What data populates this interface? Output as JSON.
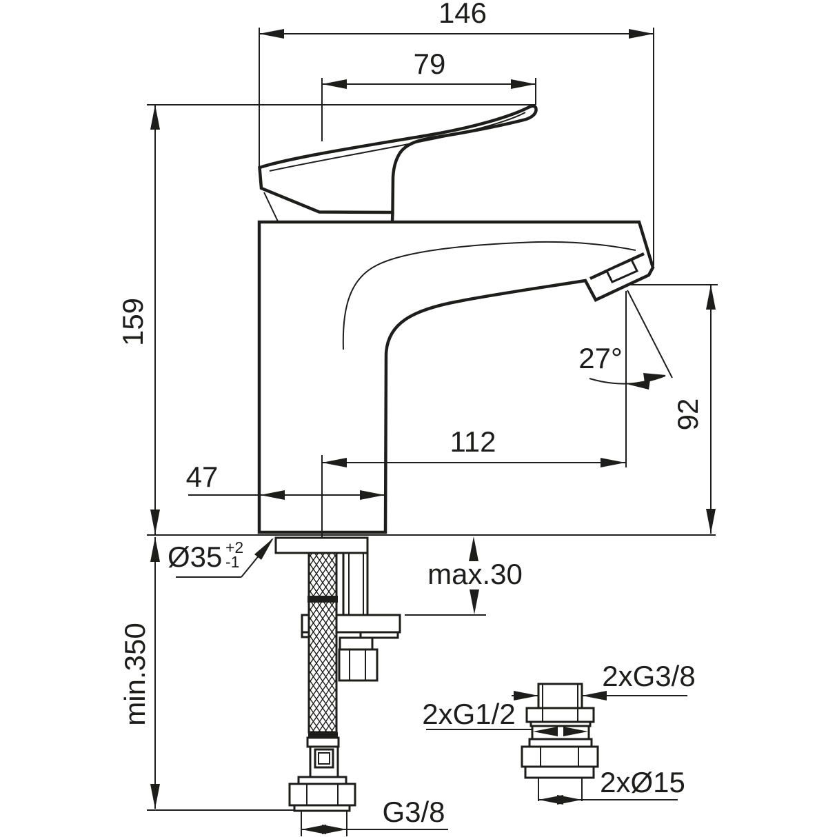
{
  "drawing": {
    "kind": "faucet-installation-dimension-drawing",
    "colors": {
      "line": "#1d1d1b",
      "background": "#ffffff"
    }
  },
  "dimensions": {
    "overall_depth": "146",
    "handle_length": "79",
    "total_height": "159",
    "spout_angle": "27°",
    "outlet_height": "92",
    "spout_reach": "112",
    "base_depth": "47",
    "hole_diameter": "Ø35",
    "hole_tolerance_plus": "+2",
    "hole_tolerance_minus": "-1",
    "max_deck_thickness": "max.30",
    "min_hose_length": "min.350",
    "outlet_connection": "G3/8"
  },
  "detail_fitting": {
    "top_thread": "2xG3/8",
    "middle_thread": "2xG1/2",
    "pipe_diameter": "2xØ15"
  }
}
